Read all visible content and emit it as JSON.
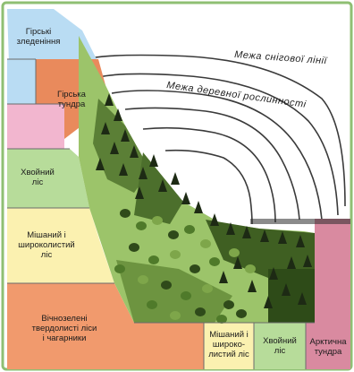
{
  "zones_left": [
    {
      "id": "glaciers",
      "label": "Гірські\nзледеніння",
      "color": "#b9dcf3"
    },
    {
      "id": "mountain-tundra",
      "label": "Гірська\nтундра",
      "color": "#e98a5c"
    },
    {
      "id": "coniferous",
      "label": "Хвойний\nліс",
      "color": "#b7dc9a"
    },
    {
      "id": "mixed-broadleaf",
      "label": "Мішаний і\nшироколистий\nліс",
      "color": "#fbf1b0"
    },
    {
      "id": "evergreen",
      "label": "Вічнозелені\nтвердолисті ліси\nі чагарники",
      "color": "#f19a6d"
    }
  ],
  "zones_bottom": [
    {
      "id": "mixed-bottom",
      "label": "Мішаний і\nшироко-\nлистий ліс",
      "color": "#fbf1b0"
    },
    {
      "id": "coniferous-bottom",
      "label": "Хвойний\nліс",
      "color": "#b7dc9a"
    },
    {
      "id": "arctic-tundra",
      "label": "Арктична\nтундра",
      "color": "#d98aa0"
    }
  ],
  "curves": [
    {
      "id": "snow-line",
      "label": "Межа снігової лінії"
    },
    {
      "id": "tree-line",
      "label": "Межа деревної рослинності"
    }
  ],
  "colors": {
    "pink_band": "#f2b6cf",
    "forest_light": "#9cc46a",
    "forest_dark": "#3f5f22",
    "tree": "#1d2a14",
    "curve": "#3a3a3a",
    "frame": "#8fbf73"
  }
}
